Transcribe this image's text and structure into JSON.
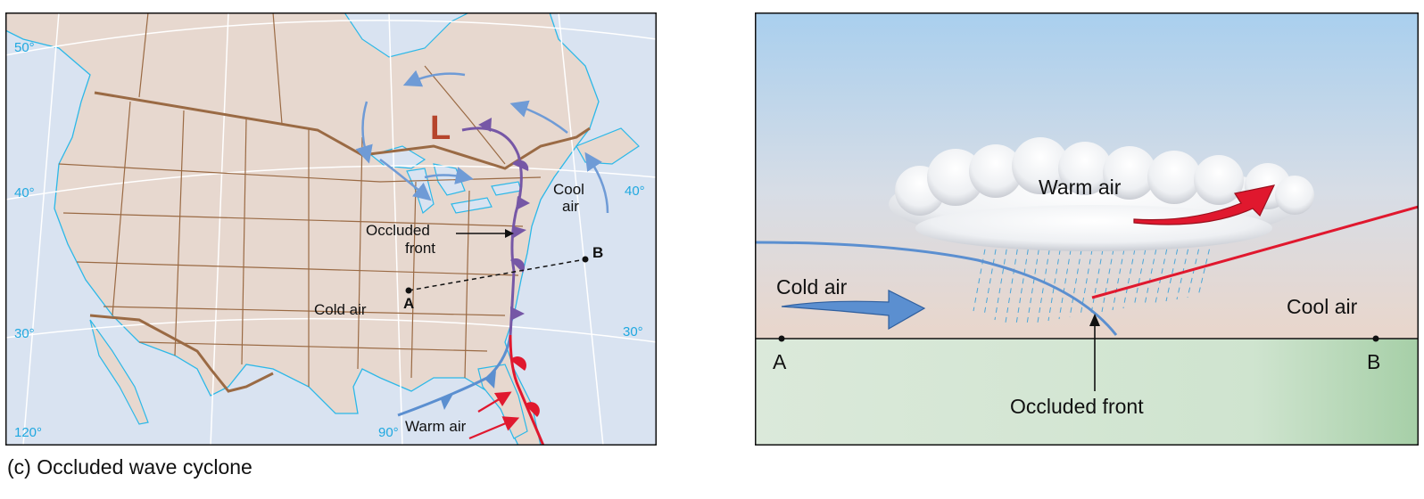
{
  "map": {
    "low_symbol": "L",
    "labels": {
      "cool_air": [
        "Cool",
        "air"
      ],
      "occluded_front": [
        "Occluded",
        "front"
      ],
      "cold_air": "Cold air",
      "warm_air": "Warm air",
      "point_a": "A",
      "point_b": "B"
    },
    "latitudes": [
      "50°",
      "40°",
      "40°",
      "30°",
      "30°"
    ],
    "longitudes": [
      "120°",
      "90°"
    ]
  },
  "cross_section": {
    "labels": {
      "warm_air": "Warm air",
      "cold_air": "Cold air",
      "cool_air": "Cool air",
      "occluded_front": "Occluded front",
      "point_a": "A",
      "point_b": "B"
    }
  },
  "caption": "(c) Occluded wave cyclone",
  "colors": {
    "ocean": "#d9e3f1",
    "land": "#e7d8cf",
    "border": "#9a6a44",
    "coast": "#2cb8e8",
    "cold_front": "#5b8fd0",
    "warm_front": "#e0182e",
    "occluded_front": "#7657a6",
    "low": "#b6452c",
    "sky_top": "#a9cfee",
    "ground": "#c4dfc7"
  }
}
